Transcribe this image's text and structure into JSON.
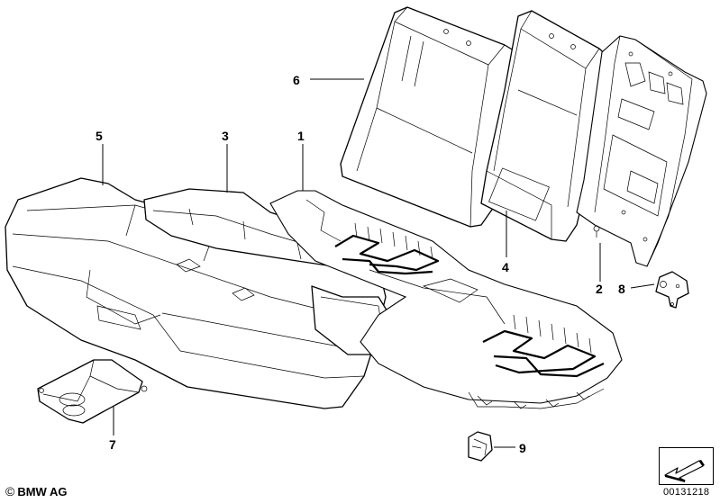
{
  "diagram": {
    "callouts": [
      "1",
      "2",
      "3",
      "4",
      "5",
      "6",
      "7",
      "8",
      "9"
    ]
  },
  "footer": {
    "copyright_symbol": "©",
    "brand": "BMW AG",
    "drawing_number": "00131218"
  },
  "icons": {
    "navigation": "arrow-down-left-icon"
  }
}
